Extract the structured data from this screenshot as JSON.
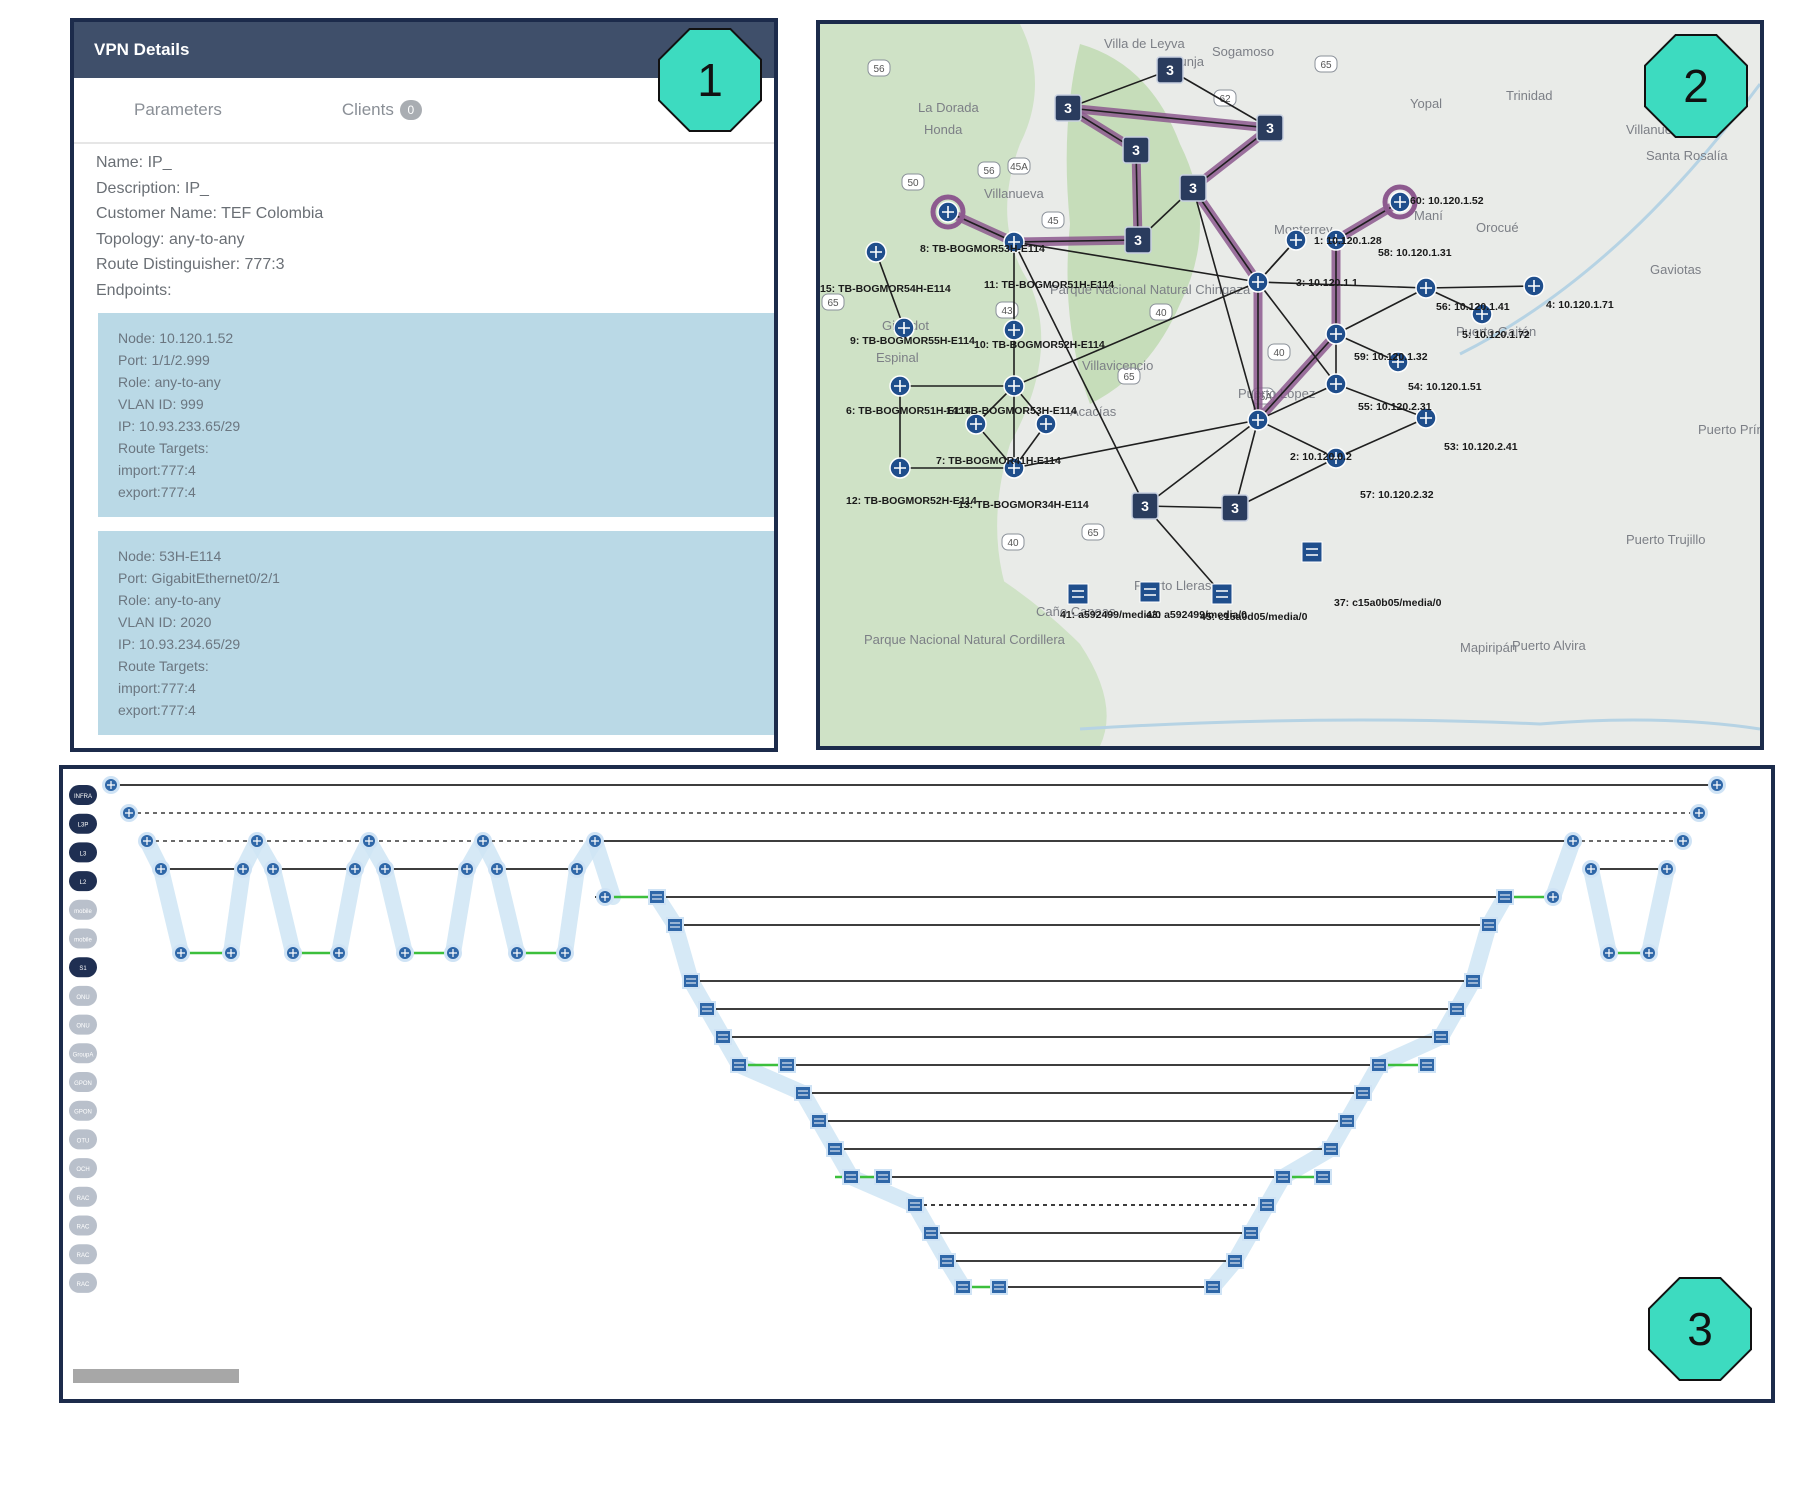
{
  "panel1": {
    "header_title": "VPN Details",
    "tabs": [
      {
        "label": "Parameters"
      },
      {
        "label": "Clients",
        "count": "0"
      }
    ],
    "fields": [
      "Name: IP_",
      "Description: IP_",
      "Customer Name: TEF Colombia",
      "Topology: any-to-any",
      "Route Distinguisher: 777:3",
      "Endpoints:"
    ],
    "endpoints": [
      {
        "lines": [
          "Node: 10.120.1.52",
          "Port: 1/1/2.999",
          "Role: any-to-any",
          "VLAN ID: 999",
          "IP: 10.93.233.65/29",
          "Route Targets:",
          "import:777:4",
          "export:777:4"
        ]
      },
      {
        "lines": [
          "Node: 53H-E114",
          "Port: GigabitEthernet0/2/1",
          "Role: any-to-any",
          "VLAN ID: 2020",
          "IP: 10.93.234.65/29",
          "Route Targets:",
          "import:777:4",
          "export:777:4"
        ]
      }
    ],
    "badge_number": "1"
  },
  "panel2": {
    "badge_number": "2",
    "cluster_label": "3",
    "place_labels": [
      "Villa de Leyva",
      "Sogamoso",
      "Tunja",
      "La Dorada",
      "Yopal",
      "Trinidad",
      "Villanueva",
      "Honda",
      "Santa Rosalía",
      "Maní",
      "Orocué",
      "Gaviotas",
      "Girardot",
      "Espinal",
      "Parque Nacional Natural Chingaza",
      "Villavicencio",
      "Acacías",
      "Puerto López",
      "Puerto Gaitán",
      "Puerto Príncipe",
      "Puerto Trujillo",
      "Puerto Lleras",
      "Caño Canoas",
      "Parque Nacional Natural Cordillera",
      "Mapiripán",
      "Puerto Alvira",
      "Monterrey",
      "Villanueva"
    ],
    "road_labels": [
      "56",
      "65",
      "62",
      "45A",
      "56",
      "50",
      "45",
      "43",
      "65",
      "40",
      "40",
      "65",
      "65A",
      "40",
      "65"
    ],
    "node_labels": [
      "8: TB-BOGMOR53H-E114",
      "11: TB-BOGMOR51H-E114",
      "15: TB-BOGMOR54H-E114",
      "9: TB-BOGMOR55H-E114",
      "10: TB-BOGMOR52H-E114",
      "6: TB-BOGMOR51H-E114",
      "14: TB-BOGMOR53H-E114",
      "7: TB-BOGMOR41H-E114",
      "12: TB-BOGMOR52H-E114",
      "13: TB-BOGMOR34H-E114",
      "60: 10.120.1.52",
      "1: 10.120.1.28",
      "58: 10.120.1.31",
      "3: 10.120.1.1",
      "56: 10.120.1.41",
      "4: 10.120.1.71",
      "5: 10.120.1.72",
      "59: 10.120.1.32",
      "54: 10.120.1.51",
      "55: 10.120.2.31",
      "53: 10.120.2.41",
      "2: 10.120.0.2",
      "57: 10.120.2.32",
      "37: c15a0b05/media/0",
      "41: a592499/media/0",
      "43: a592499/media/0",
      "45: c15a0d05/media/0"
    ]
  },
  "panel3": {
    "badge_number": "3",
    "row_labels": [
      "INFRA",
      "L3P",
      "L3",
      "L2",
      "mobile",
      "mobile",
      "S1",
      "ONU",
      "ONU",
      "GroupA",
      "GPON",
      "GPON",
      "OTU",
      "OCH",
      "RAC",
      "RAC",
      "RAC",
      "RAC"
    ]
  },
  "colors": {
    "panel_border": "#1c2b4b",
    "badge_fill": "#3ddbc0",
    "endpoint_bg": "#bad9e6",
    "vpn_highlight": "#8d5a8f",
    "link_green": "#3cbf3c"
  }
}
